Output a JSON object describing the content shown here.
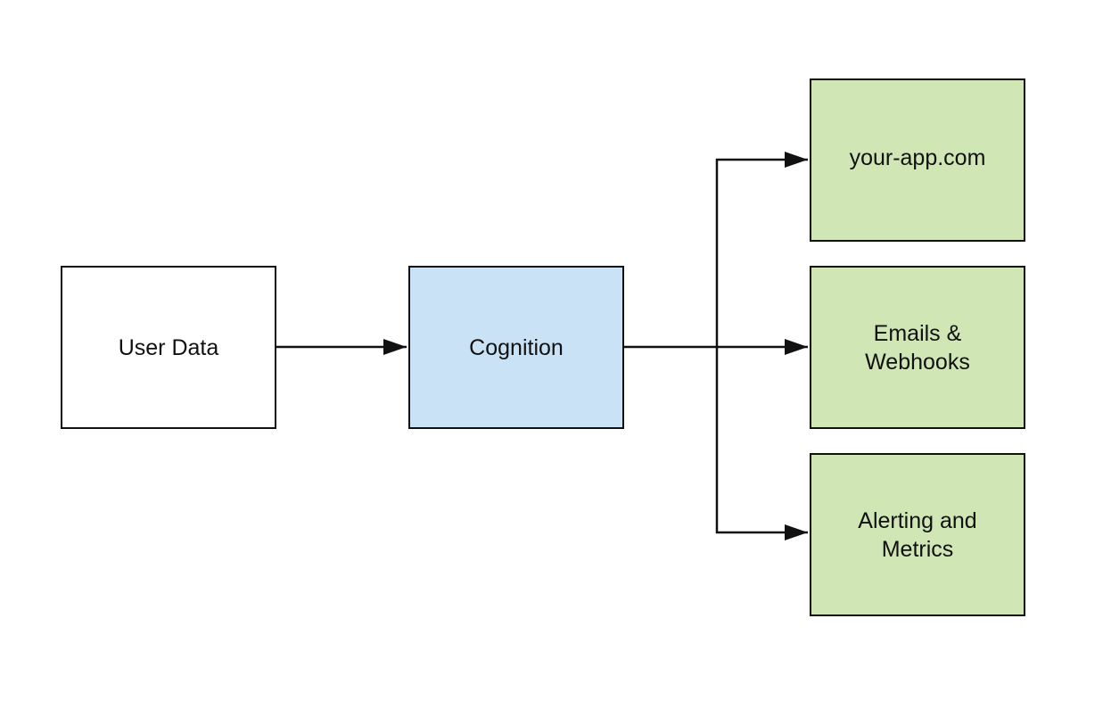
{
  "diagram": {
    "nodes": {
      "user_data": {
        "label": "User Data",
        "fill": "#ffffff"
      },
      "cognition": {
        "label": "Cognition",
        "fill": "#c9e2f5"
      },
      "app": {
        "label": "your-app.com",
        "fill": "#d0e6b5"
      },
      "emails": {
        "label": "Emails &\nWebhooks",
        "fill": "#d0e6b5"
      },
      "alerting": {
        "label": "Alerting and\nMetrics",
        "fill": "#d0e6b5"
      }
    },
    "edges": [
      {
        "from": "user_data",
        "to": "cognition"
      },
      {
        "from": "cognition",
        "to": "app"
      },
      {
        "from": "cognition",
        "to": "emails"
      },
      {
        "from": "cognition",
        "to": "alerting"
      }
    ],
    "colors": {
      "stroke": "#111111"
    }
  }
}
